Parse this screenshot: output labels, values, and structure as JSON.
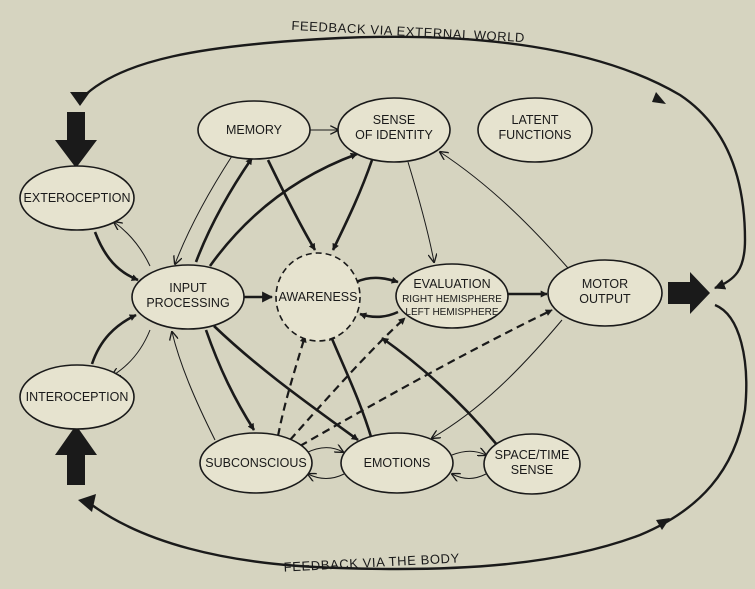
{
  "labels": {
    "feedback_top": "FEEDBACK VIA EXTERNAL WORLD",
    "feedback_bottom": "FEEDBACK VIA THE BODY",
    "memory": "MEMORY",
    "identity_1": "SENSE",
    "identity_2": "OF IDENTITY",
    "latent_1": "LATENT",
    "latent_2": "FUNCTIONS",
    "exteroception": "EXTEROCEPTION",
    "interoception": "INTEROCEPTION",
    "input_1": "INPUT",
    "input_2": "PROCESSING",
    "awareness": "AWARENESS",
    "evaluation_1": "EVALUATION",
    "evaluation_2": "RIGHT HEMISPHERE",
    "evaluation_3": "LEFT HEMISPHERE",
    "motor_1": "MOTOR",
    "motor_2": "OUTPUT",
    "subconscious": "SUBCONSCIOUS",
    "emotions": "EMOTIONS",
    "spacetime_1": "SPACE/TIME",
    "spacetime_2": "SENSE"
  }
}
